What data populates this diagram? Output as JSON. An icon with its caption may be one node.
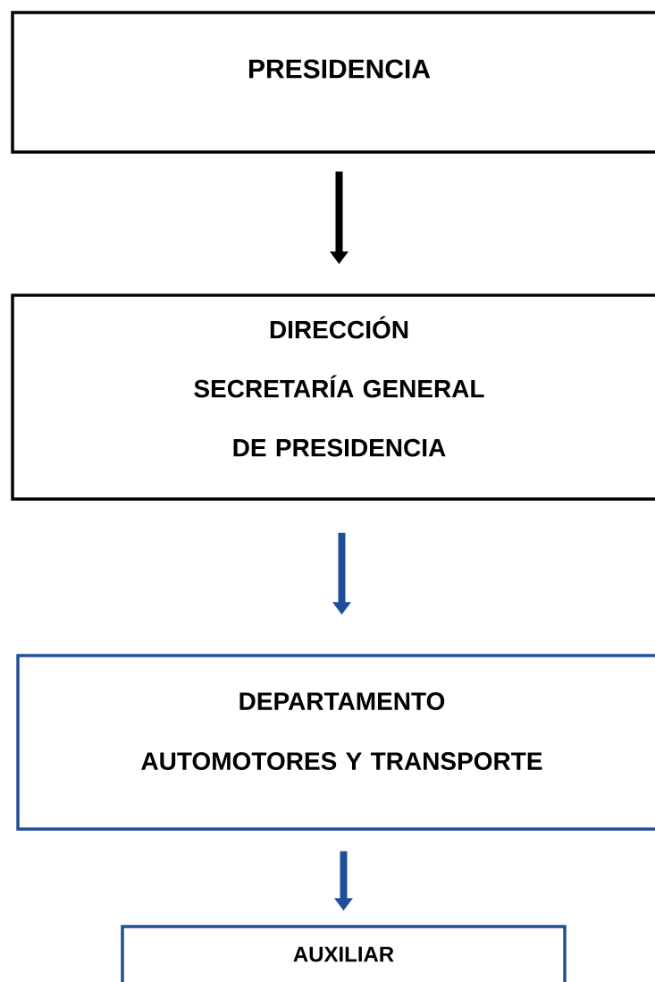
{
  "diagram": {
    "nodes": [
      {
        "text": [
          "PRESIDENCIA"
        ]
      },
      {
        "text": [
          "DIRECCIÓN",
          "SECRETARÍA GENERAL DE PRESIDENCIA"
        ]
      },
      {
        "text": [
          "DEPARTAMENTO",
          "AUTOMOTORES Y TRANSPORTE"
        ]
      },
      {
        "text": [
          "AUXILIAR"
        ]
      }
    ],
    "edges": [
      {
        "from": 0,
        "to": 1,
        "arrow": "to",
        "color": "#000000"
      },
      {
        "from": 1,
        "to": 2,
        "arrow": "to"
      },
      {
        "from": 2,
        "to": 3,
        "arrow": "to"
      }
    ]
  }
}
